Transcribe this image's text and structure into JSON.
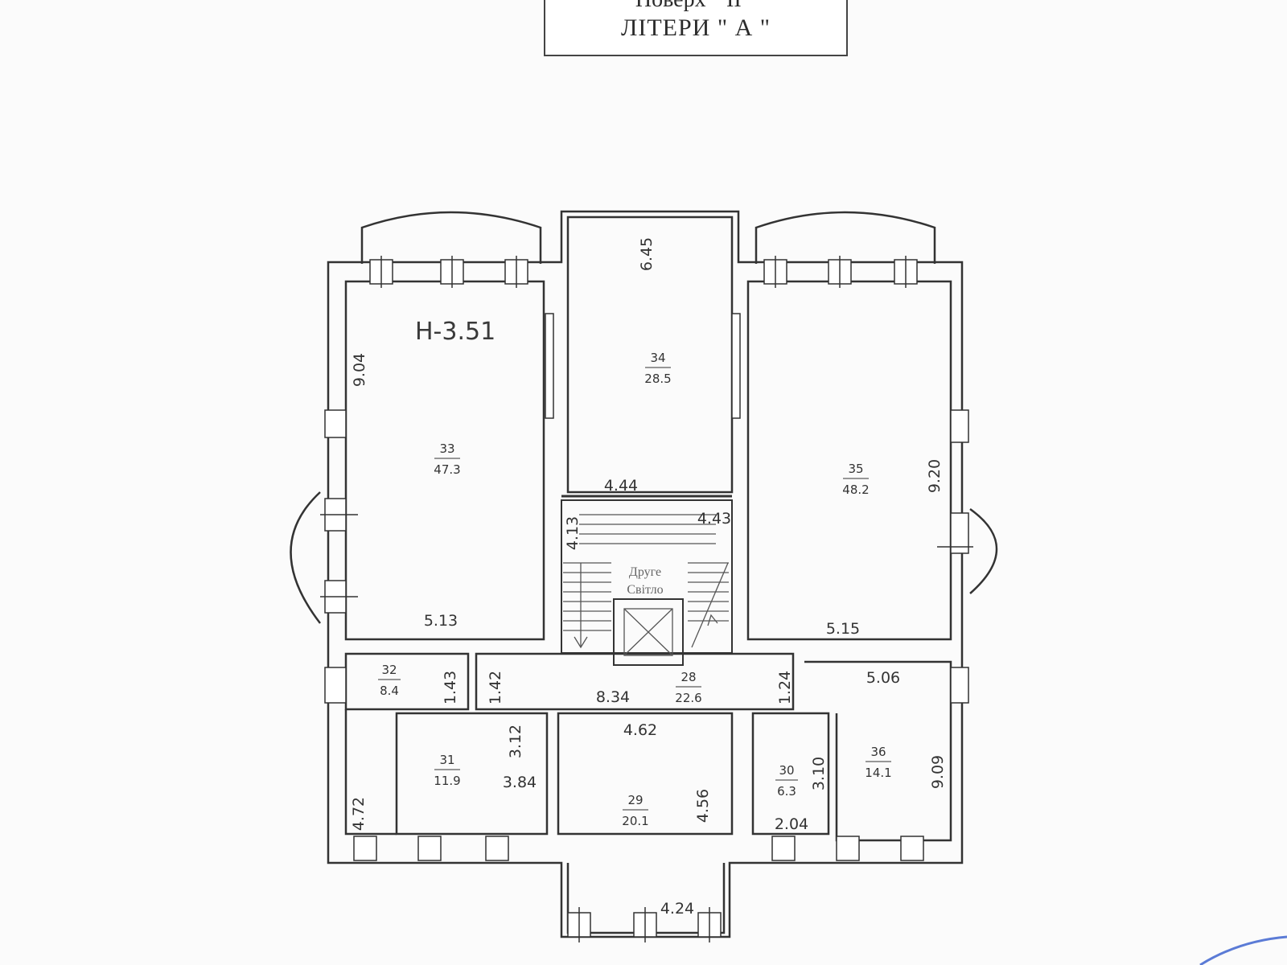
{
  "header": {
    "line1": "Поверх \" ІІ \"",
    "line2": "ЛІТЕРИ \" А \""
  },
  "height_label": "H-3.51",
  "stair_note": [
    "Друге",
    "Світло"
  ],
  "rooms": [
    {
      "id": "33",
      "area": "47.3"
    },
    {
      "id": "34",
      "area": "28.5"
    },
    {
      "id": "35",
      "area": "48.2"
    },
    {
      "id": "32",
      "area": "8.4"
    },
    {
      "id": "28",
      "area": "22.6"
    },
    {
      "id": "31",
      "area": "11.9"
    },
    {
      "id": "29",
      "area": "20.1"
    },
    {
      "id": "30",
      "area": "6.3"
    },
    {
      "id": "36",
      "area": "14.1"
    }
  ],
  "dimensions": {
    "d_645": "6.45",
    "d_904": "9.04",
    "d_920": "9.20",
    "d_444": "4.44",
    "d_443": "4.43",
    "d_413": "4.13",
    "d_513": "5.13",
    "d_515": "5.15",
    "d_143": "1.43",
    "d_142": "1.42",
    "d_834": "8.34",
    "d_124": "1.24",
    "d_506": "5.06",
    "d_312": "3.12",
    "d_462": "4.62",
    "d_384": "3.84",
    "d_456": "4.56",
    "d_310": "3.10",
    "d_909": "9.09",
    "d_472": "4.72",
    "d_204": "2.04",
    "d_424": "4.24"
  }
}
